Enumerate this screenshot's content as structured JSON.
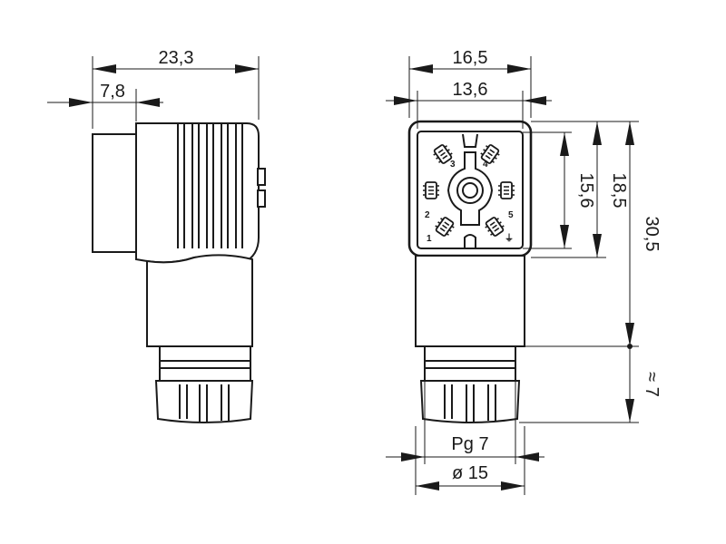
{
  "dimensions": {
    "total_width": "23,3",
    "offset": "7,8",
    "housing_width": "16,5",
    "face_width": "13,6",
    "pin_pitch": "15,6",
    "face_height": "18,5",
    "overall_height": "30,5",
    "cable_length": "≈ 7",
    "thread": "Pg 7",
    "nut_diameter": "ø 15"
  },
  "pins": {
    "p1": "1",
    "p2": "2",
    "p3": "3",
    "p4": "4",
    "p5": "5",
    "ground": "⏚"
  }
}
